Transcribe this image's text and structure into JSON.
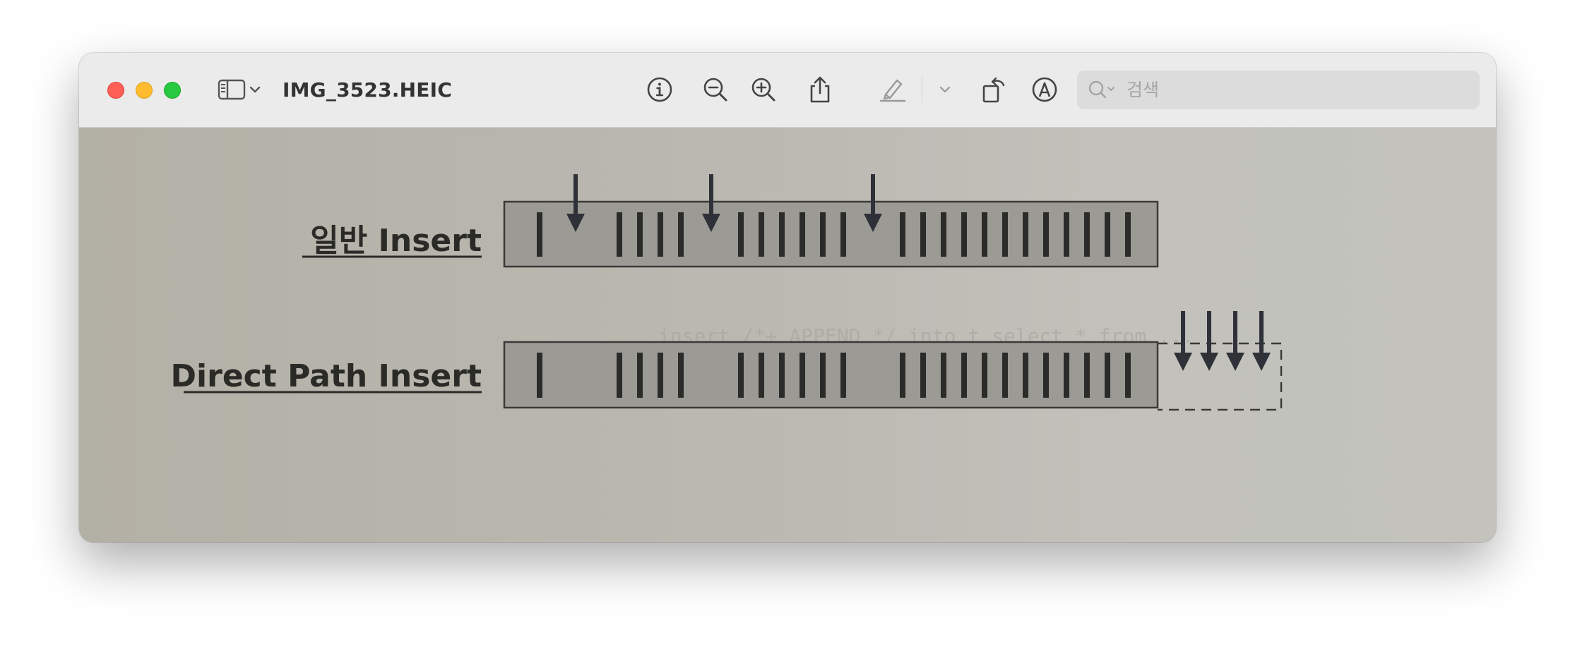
{
  "window": {
    "title": "IMG_3523.HEIC"
  },
  "toolbar": {
    "icons": [
      "sidebar-icon",
      "chevron-down-icon",
      "info-icon",
      "zoom-out-icon",
      "zoom-in-icon",
      "share-icon",
      "highlight-icon",
      "chevron-down-icon",
      "rotate-icon",
      "markup-icon"
    ],
    "search_placeholder": "검색"
  },
  "document": {
    "row1_label": "일반 Insert",
    "row2_label": "Direct Path Insert"
  }
}
